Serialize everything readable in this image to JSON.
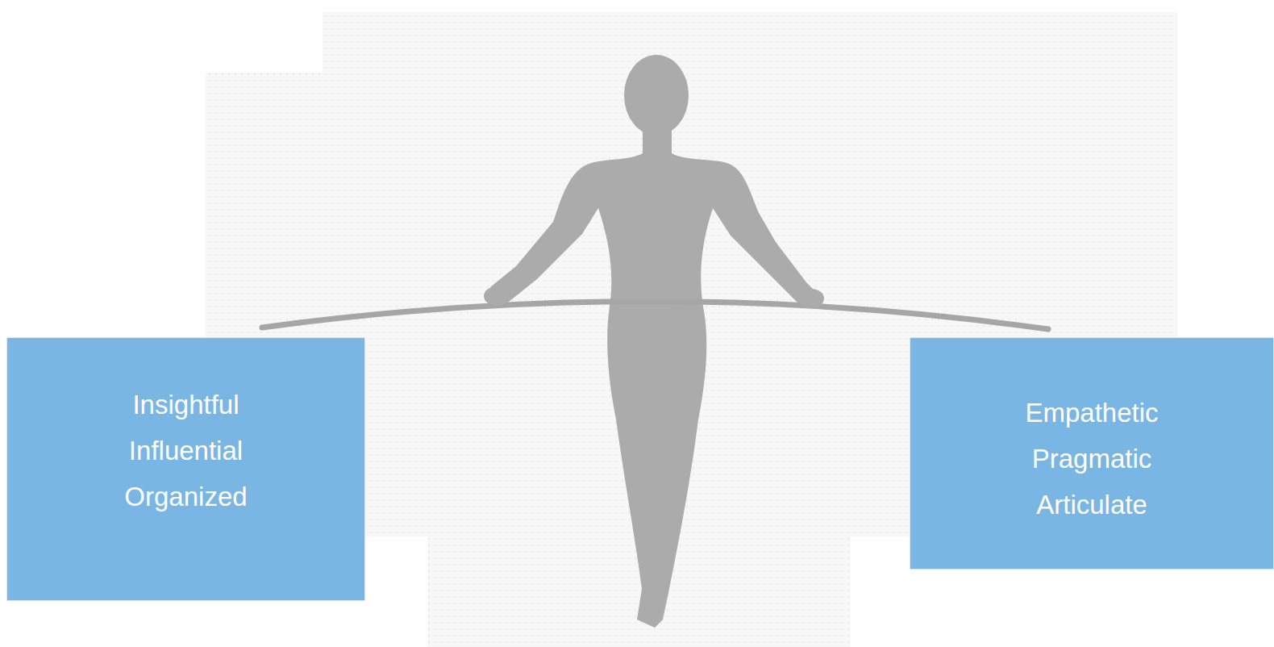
{
  "diagram": {
    "nodes": [
      {
        "text": [
          "Insightful",
          "Influential",
          "Organized"
        ]
      },
      {
        "text": [
          "Empathetic",
          "Pragmatic",
          "Articulate"
        ]
      }
    ]
  }
}
